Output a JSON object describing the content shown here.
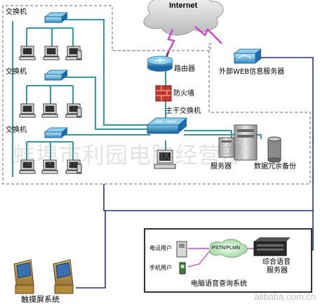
{
  "labels": {
    "internet": "Internet",
    "switch_1": "交换机",
    "switch_2": "交换机",
    "switch_3": "交换机",
    "router": "路由器",
    "firewall": "防火墙",
    "core_switch": "主干交换机",
    "external_web": "外部WEB信息服务器",
    "server": "服务器",
    "data_backup": "数据冗余备份",
    "phone_user": "电话用户",
    "mobile_user": "手机用户",
    "pstn": "PSTN/PLMN",
    "voice_server_line1": "综合语音",
    "voice_server_line2": "服务器",
    "voice_system": "电脑语音查询系统",
    "touch_screen": "触摸屏系统"
  },
  "watermarks": {
    "main": "蚌埠市利园电脑经营部",
    "corner": "alibaba.com.cn"
  },
  "colors": {
    "cable": "#2a9fa8",
    "wan": "#1d2fa0",
    "wireless": "#d23fd6",
    "dashed": "#666666"
  }
}
